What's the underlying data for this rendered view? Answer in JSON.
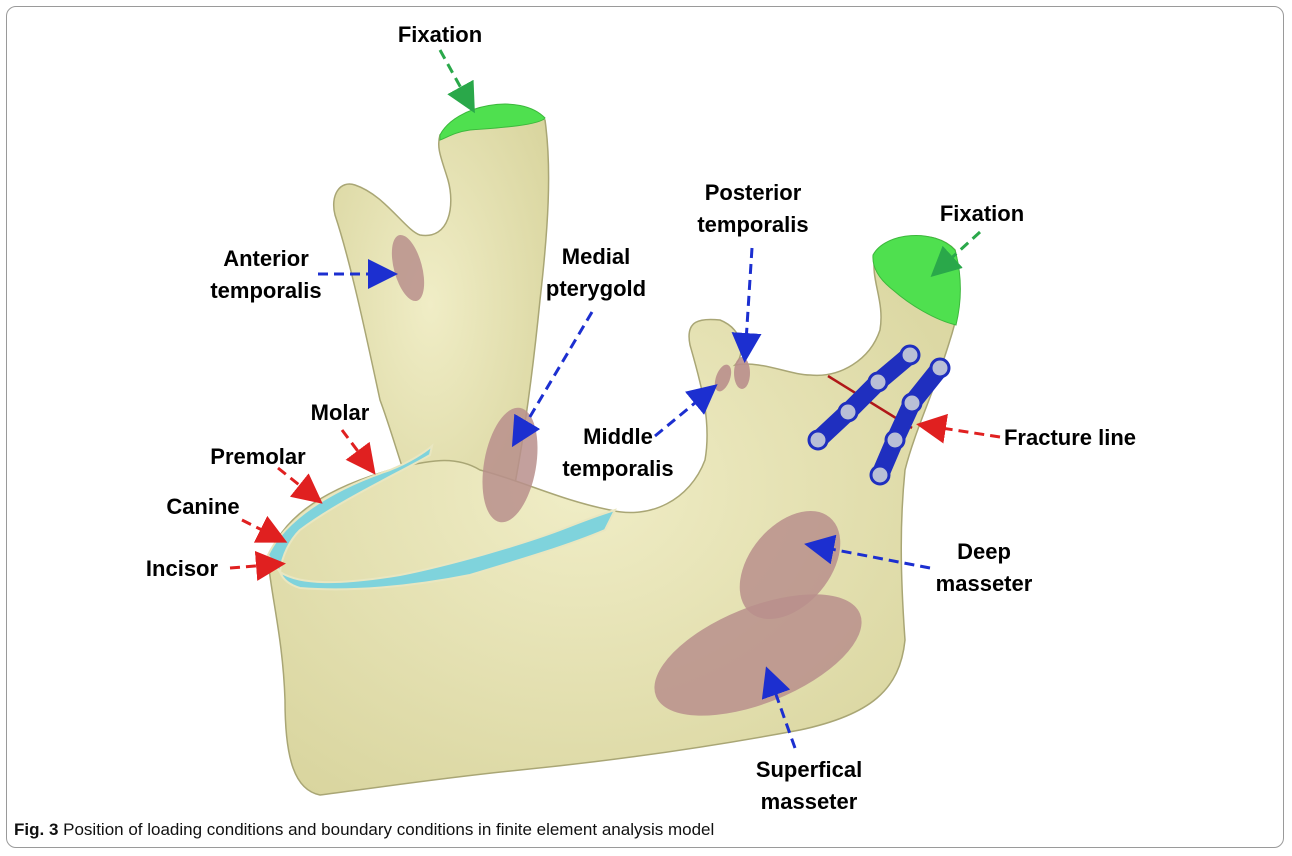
{
  "figure": {
    "labels": {
      "fixation_left": "Fixation",
      "fixation_right": "Fixation",
      "anterior_temporalis": [
        "Anterior",
        "temporalis"
      ],
      "medial_pterygoid": [
        "Medial",
        "pterygold"
      ],
      "posterior_temporalis": [
        "Posterior",
        "temporalis"
      ],
      "middle_temporalis": [
        "Middle",
        "temporalis"
      ],
      "molar": "Molar",
      "premolar": "Premolar",
      "canine": "Canine",
      "incisor": "Incisor",
      "fracture_line": "Fracture line",
      "deep_masseter": [
        "Deep",
        "masseter"
      ],
      "superficial_masseter": [
        "Superfical",
        "masseter"
      ]
    },
    "colors": {
      "bone": "#e6e3b3",
      "bone_outline": "#a9a675",
      "fixation": "#4fe04f",
      "muscle": "#b98f8c",
      "teeth": "#7fd3dc",
      "plate": "#1f2fbf",
      "screw": "#b9bfd6",
      "fracture": "#b01818",
      "arrow_blue": "#1c2fd0",
      "arrow_red": "#e02020",
      "arrow_green": "#2aa84a"
    }
  },
  "caption": {
    "fig_label": "Fig. 3",
    "text": "Position of loading conditions and boundary conditions in finite element analysis model"
  }
}
